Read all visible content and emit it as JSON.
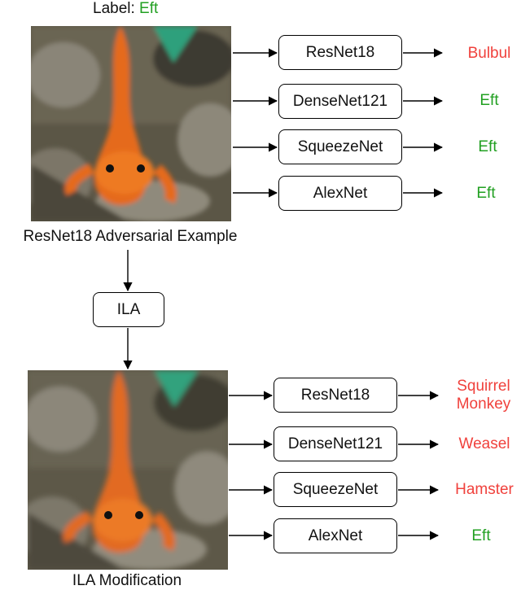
{
  "top": {
    "label_prefix": "Label: ",
    "label_value": "Eft",
    "caption": "ResNet18 Adversarial Example",
    "rows": [
      {
        "model": "ResNet18",
        "prediction": "Bulbul",
        "color": "#f0413c"
      },
      {
        "model": "DenseNet121",
        "prediction": "Eft",
        "color": "#22a022"
      },
      {
        "model": "SqueezeNet",
        "prediction": "Eft",
        "color": "#22a022"
      },
      {
        "model": "AlexNet",
        "prediction": "Eft",
        "color": "#22a022"
      }
    ]
  },
  "middle": {
    "step": "ILA"
  },
  "bottom": {
    "caption": "ILA Modification",
    "rows": [
      {
        "model": "ResNet18",
        "prediction": "Squirrel Monkey",
        "color": "#f0413c"
      },
      {
        "model": "DenseNet121",
        "prediction": "Weasel",
        "color": "#f0413c"
      },
      {
        "model": "SqueezeNet",
        "prediction": "Hamster",
        "color": "#f0413c"
      },
      {
        "model": "AlexNet",
        "prediction": "Eft",
        "color": "#22a022"
      }
    ]
  }
}
